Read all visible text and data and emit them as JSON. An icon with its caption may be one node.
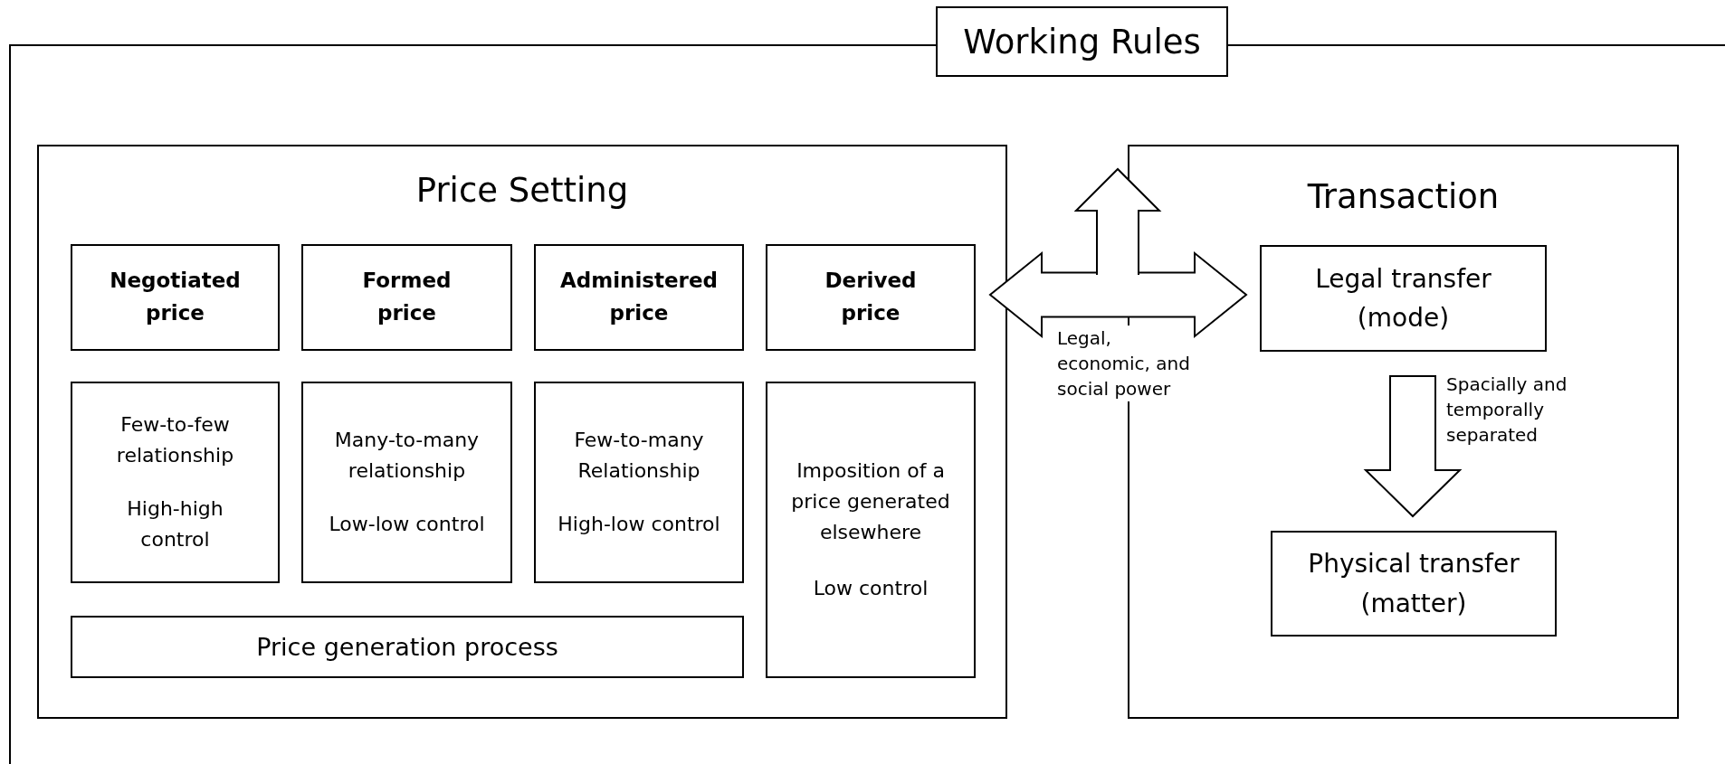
{
  "diagram": {
    "nodes": [
      {
        "text": [
          "Working Rules"
        ]
      },
      {
        "text": [
          "Price Setting"
        ],
        "in": 0
      },
      {
        "text": [
          "Negotiated price"
        ],
        "in": 1
      },
      {
        "text": [
          "Formed price"
        ],
        "in": 1
      },
      {
        "text": [
          "Administered price"
        ],
        "in": 1
      },
      {
        "text": [
          "Derived price"
        ],
        "in": 1
      },
      {
        "text": [
          "Few-to-few relationship",
          "High-high control"
        ],
        "in": 1
      },
      {
        "text": [
          "Many-to-many relationship",
          "Low-low control"
        ],
        "in": 1
      },
      {
        "text": [
          "Few-to-many Relationship",
          "High-low control"
        ],
        "in": 1
      },
      {
        "text": [
          "Imposition of a price generated elsewhere",
          "Low control"
        ],
        "in": 1
      },
      {
        "text": [
          "Price generation process"
        ],
        "in": 1
      },
      {
        "text": [
          "Transaction"
        ],
        "in": 0
      },
      {
        "text": [
          "Legal transfer (mode)"
        ],
        "in": 11
      },
      {
        "text": [
          "Physical transfer (matter)"
        ],
        "in": 11
      }
    ],
    "edges": [
      {
        "from": 1,
        "to": 11,
        "arrow": "both",
        "label": "Legal, economic, and social power"
      },
      {
        "from": null,
        "to": 0,
        "arrow": "to"
      },
      {
        "from": 12,
        "to": 13,
        "arrow": "to",
        "label": "Spacially and temporally separated"
      }
    ]
  }
}
